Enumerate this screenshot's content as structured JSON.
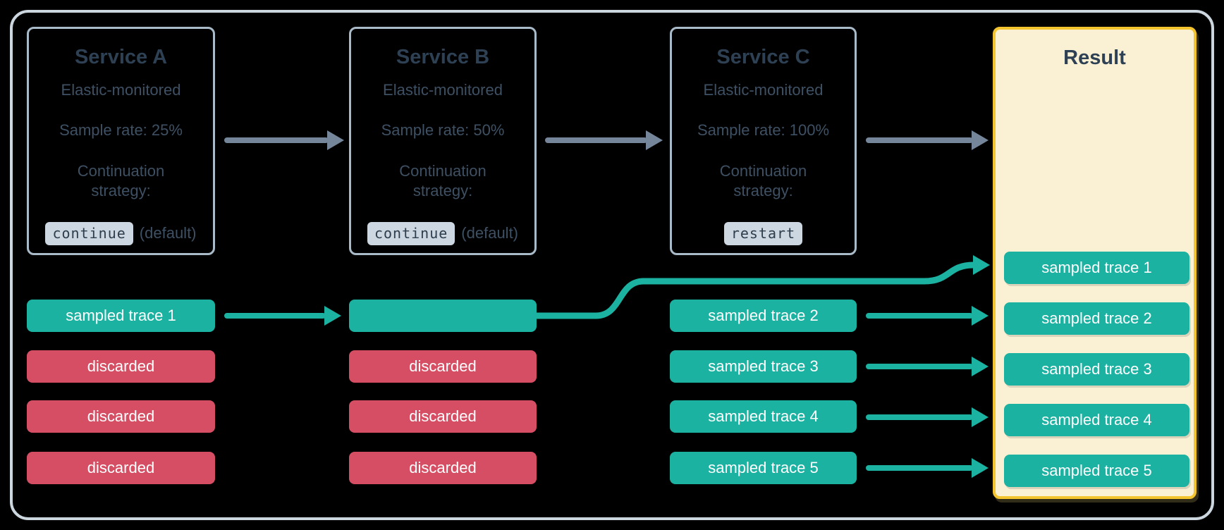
{
  "services": [
    {
      "title": "Service A",
      "subtitle": "Elastic-monitored",
      "sample_rate": "Sample rate: 25%",
      "strategy_label": "Continuation strategy:",
      "code": "continue",
      "code_suffix": "(default)"
    },
    {
      "title": "Service B",
      "subtitle": "Elastic-monitored",
      "sample_rate": "Sample rate: 50%",
      "strategy_label": "Continuation strategy:",
      "code": "continue",
      "code_suffix": "(default)"
    },
    {
      "title": "Service C",
      "subtitle": "Elastic-monitored",
      "sample_rate": "Sample rate: 100%",
      "strategy_label": "Continuation strategy:",
      "code": "restart",
      "code_suffix": ""
    }
  ],
  "lanes": {
    "a": [
      {
        "label": "sampled trace 1",
        "type": "sampled"
      },
      {
        "label": "discarded",
        "type": "discarded"
      },
      {
        "label": "discarded",
        "type": "discarded"
      },
      {
        "label": "discarded",
        "type": "discarded"
      }
    ],
    "b": [
      {
        "label": "",
        "type": "sampled"
      },
      {
        "label": "discarded",
        "type": "discarded"
      },
      {
        "label": "discarded",
        "type": "discarded"
      },
      {
        "label": "discarded",
        "type": "discarded"
      }
    ],
    "c": [
      {
        "label": "sampled trace 2",
        "type": "sampled"
      },
      {
        "label": "sampled trace 3",
        "type": "sampled"
      },
      {
        "label": "sampled trace 4",
        "type": "sampled"
      },
      {
        "label": "sampled trace 5",
        "type": "sampled"
      }
    ]
  },
  "result": {
    "title": "Result",
    "rows": [
      "sampled trace 1",
      "sampled trace 2",
      "sampled trace 3",
      "sampled trace 4",
      "sampled trace 5"
    ]
  },
  "colors": {
    "background": "#000000",
    "outer_border": "#ccd6de",
    "box_border": "#a9bac8",
    "slate_dark": "#2e4154",
    "slate_body": "#3e5063",
    "chip_bg": "#ccd7e1",
    "chip_text": "#2e3d4c",
    "teal": "#1cb2a1",
    "red": "#d54e63",
    "gold": "#f4c42f",
    "cream": "#faf1d4",
    "arrow_gray": "#76869a",
    "row_text": "#ffffff"
  }
}
